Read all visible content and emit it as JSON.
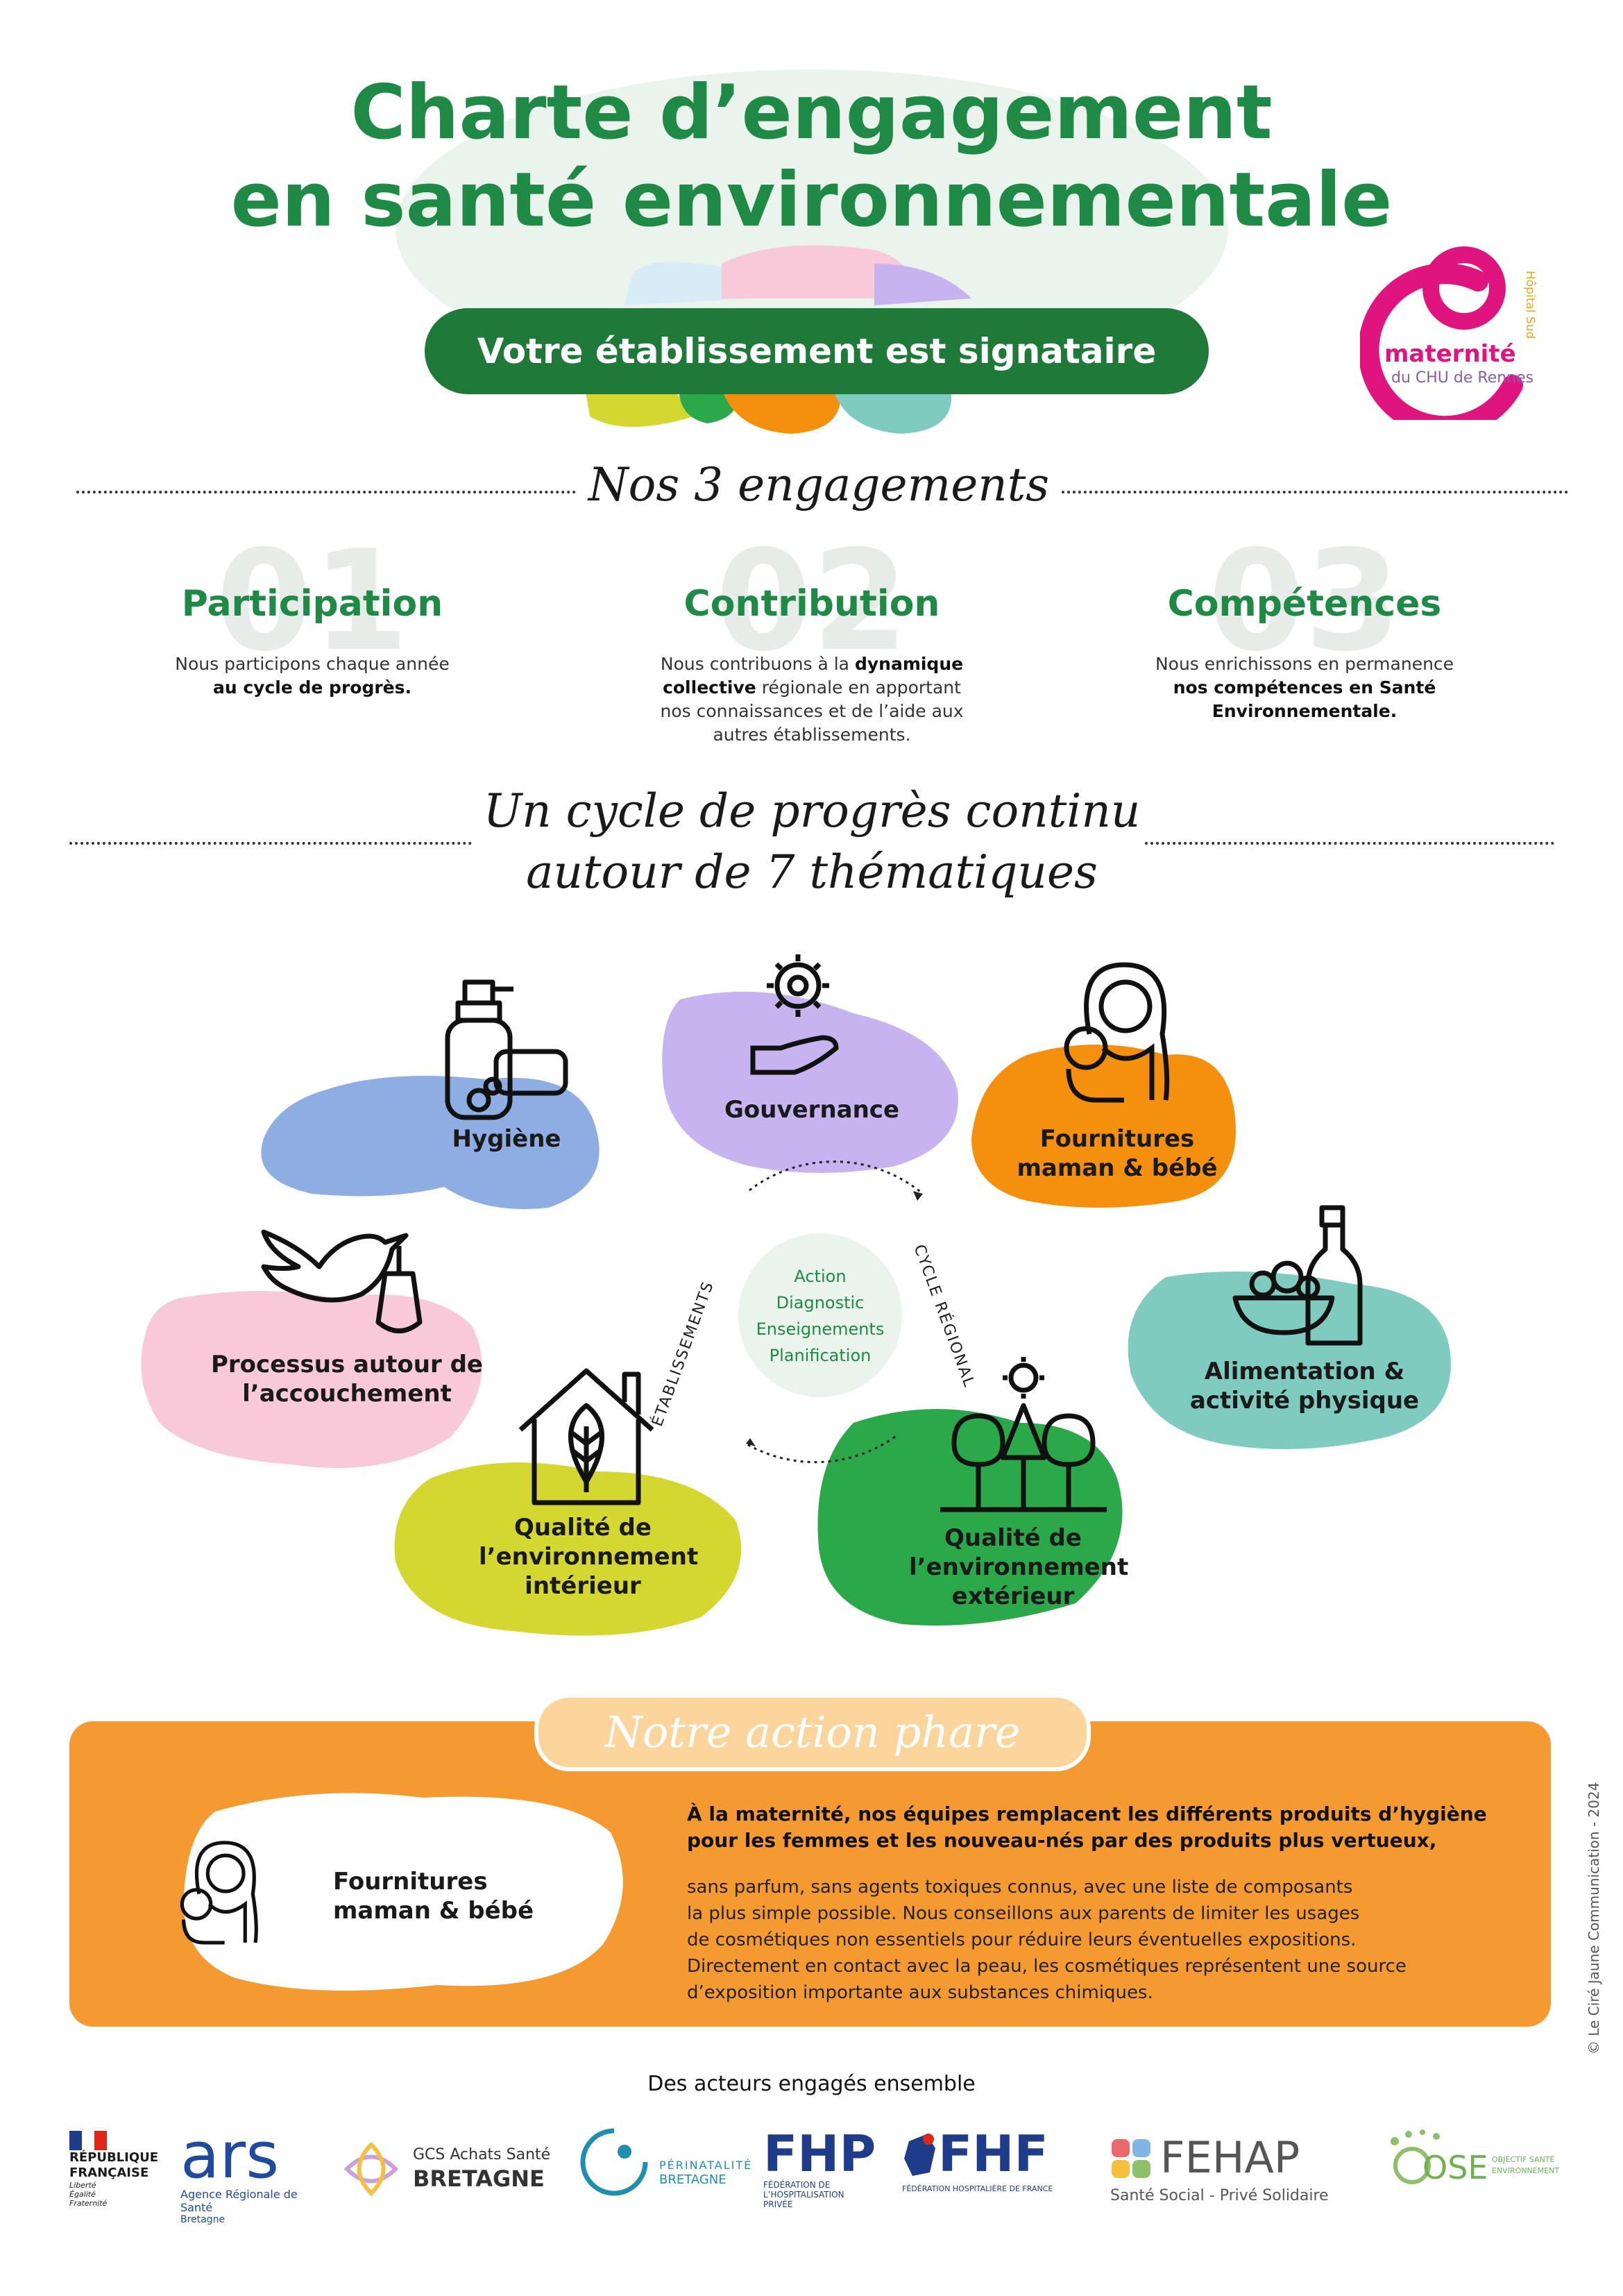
{
  "header": {
    "title_line1": "Charte d’engagement",
    "title_line2": "en santé environnementale",
    "badge": "Votre établissement est signataire"
  },
  "logo_maternite": {
    "name": "maternité",
    "sub": "du CHU de Rennes",
    "side": "Hôpital Sud",
    "color": "#e0147f"
  },
  "engagements": {
    "heading": "Nos 3 engagements",
    "items": [
      {
        "number": "01",
        "title": "Participation",
        "text_pre": "Nous participons chaque année",
        "text_bold": "au cycle de progrès."
      },
      {
        "number": "02",
        "title": "Contribution",
        "text_pre": "Nous contribuons à la",
        "text_bold": "dynamique collective",
        "text_post": "régionale en apportant nos connaissances et de l’aide aux autres établissements."
      },
      {
        "number": "03",
        "title": "Compétences",
        "text_pre": "Nous enrichissons en permanence",
        "text_bold": "nos compétences en Santé Environnementale."
      }
    ]
  },
  "cycle": {
    "heading_line1": "Un cycle de progrès continu",
    "heading_line2": "autour de 7 thématiques",
    "themes": [
      {
        "label": "Hygiène",
        "color": "#8eaee3",
        "icon": "soap-icon"
      },
      {
        "label": "Gouvernance",
        "color": "#c6b3f0",
        "icon": "gear-hand-icon"
      },
      {
        "label": "Fournitures maman & bébé",
        "color": "#f5900e",
        "icon": "mother-baby-icon"
      },
      {
        "label": "Processus autour de l’accouchement",
        "color": "#f8c9d8",
        "icon": "stork-icon"
      },
      {
        "label": "Alimentation & activité physique",
        "color": "#7fcbc0",
        "icon": "food-bottle-icon"
      },
      {
        "label": "Qualité de l’environnement intérieur",
        "color": "#d3d72f",
        "icon": "house-leaf-icon"
      },
      {
        "label": "Qualité de l’environnement extérieur",
        "color": "#2aa84a",
        "icon": "trees-sun-icon"
      }
    ],
    "center_items": [
      "Action",
      "Diagnostic",
      "Enseignements",
      "Planification"
    ],
    "left_arc": "ÉTABLISSEMENTS",
    "right_arc": "CYCLE RÉGIONAL"
  },
  "action_phare": {
    "heading": "Notre action phare",
    "card_label": "Fournitures maman & bébé",
    "lead": "À la maternité, nos équipes remplacent les différents produits d’hygiène pour les femmes et les nouveau-nés par des produits plus vertueux,",
    "body_lines": [
      "sans parfum, sans agents toxiques connus, avec une liste de composants",
      "la plus simple possible. Nous conseillons aux parents de limiter les usages",
      "de cosmétiques non essentiels pour réduire leurs éventuelles expositions.",
      "Directement en contact avec la peau, les cosmétiques représentent une source",
      "d’exposition importante aux substances chimiques."
    ],
    "bg_color": "#f59a30"
  },
  "side_credit": "© Le Ciré Jaune Communication - 2024",
  "footer": {
    "heading": "Des acteurs engagés ensemble",
    "republique": [
      "RÉPUBLIQUE",
      "FRANÇAISE",
      "Liberté",
      "Égalité",
      "Fraternité"
    ],
    "ars": {
      "name": "ars",
      "line1": "Agence Régionale de Santé",
      "line2": "Bretagne"
    },
    "gcs": {
      "line1": "GCS Achats Santé",
      "line2": "BRETAGNE"
    },
    "perinatalite": [
      "PÉRINATALITÉ",
      "BRETAGNE"
    ],
    "fhp": {
      "name": "FHP",
      "sub": [
        "FÉDÉRATION DE",
        "L’HOSPITALISATION",
        "PRIVÉE"
      ]
    },
    "fhf": {
      "name": "FHF",
      "sub": "FÉDÉRATION HOSPITALIÈRE DE FRANCE"
    },
    "fehap": {
      "name": "FEHAP",
      "sub": "Santé Social - Privé Solidaire"
    },
    "ose": {
      "name": "OSE",
      "sub": [
        "OBJECTIF SANTÉ",
        "ENVIRONNEMENT"
      ]
    }
  }
}
